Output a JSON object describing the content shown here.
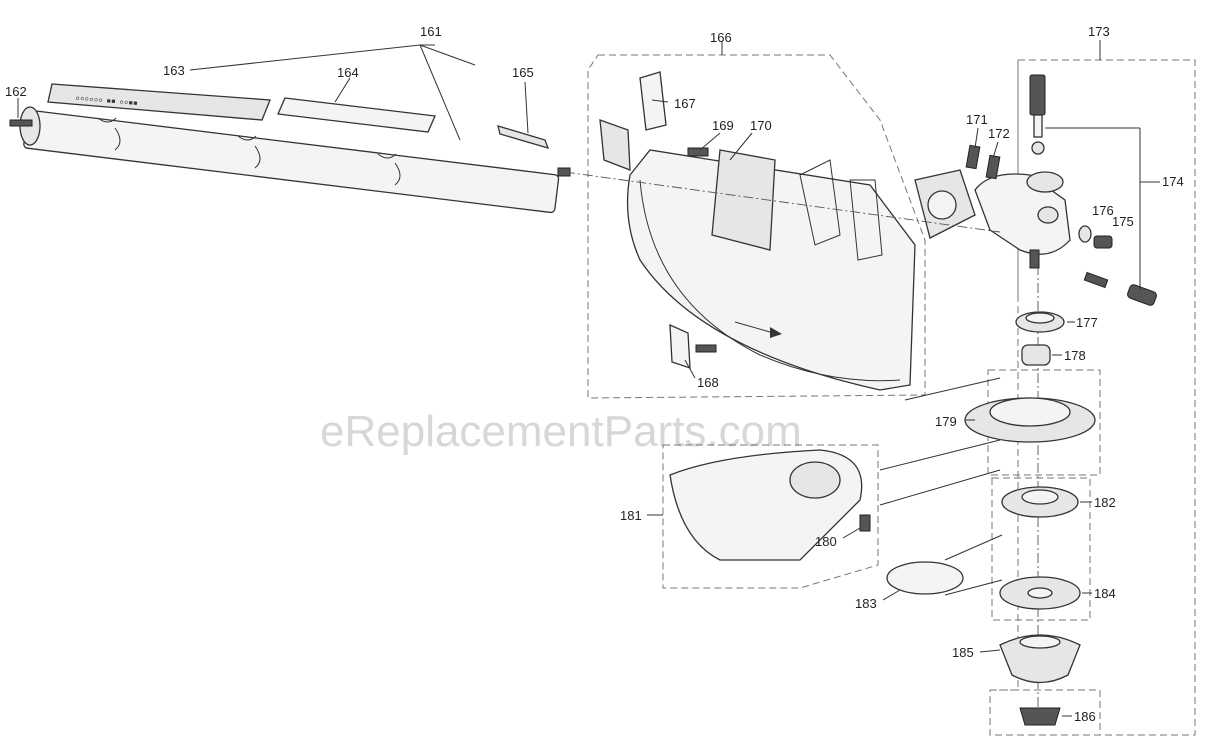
{
  "watermark": "eReplacementParts.com",
  "labels": {
    "p161": "161",
    "p162": "162",
    "p163": "163",
    "p164": "164",
    "p165": "165",
    "p166": "166",
    "p167": "167",
    "p168": "168",
    "p169": "169",
    "p170": "170",
    "p171": "171",
    "p172": "172",
    "p173": "173",
    "p174": "174",
    "p175": "175",
    "p176": "176",
    "p177": "177",
    "p178": "178",
    "p179": "179",
    "p180": "180",
    "p181": "181",
    "p182": "182",
    "p183": "183",
    "p184": "184",
    "p185": "185",
    "p186": "186"
  }
}
